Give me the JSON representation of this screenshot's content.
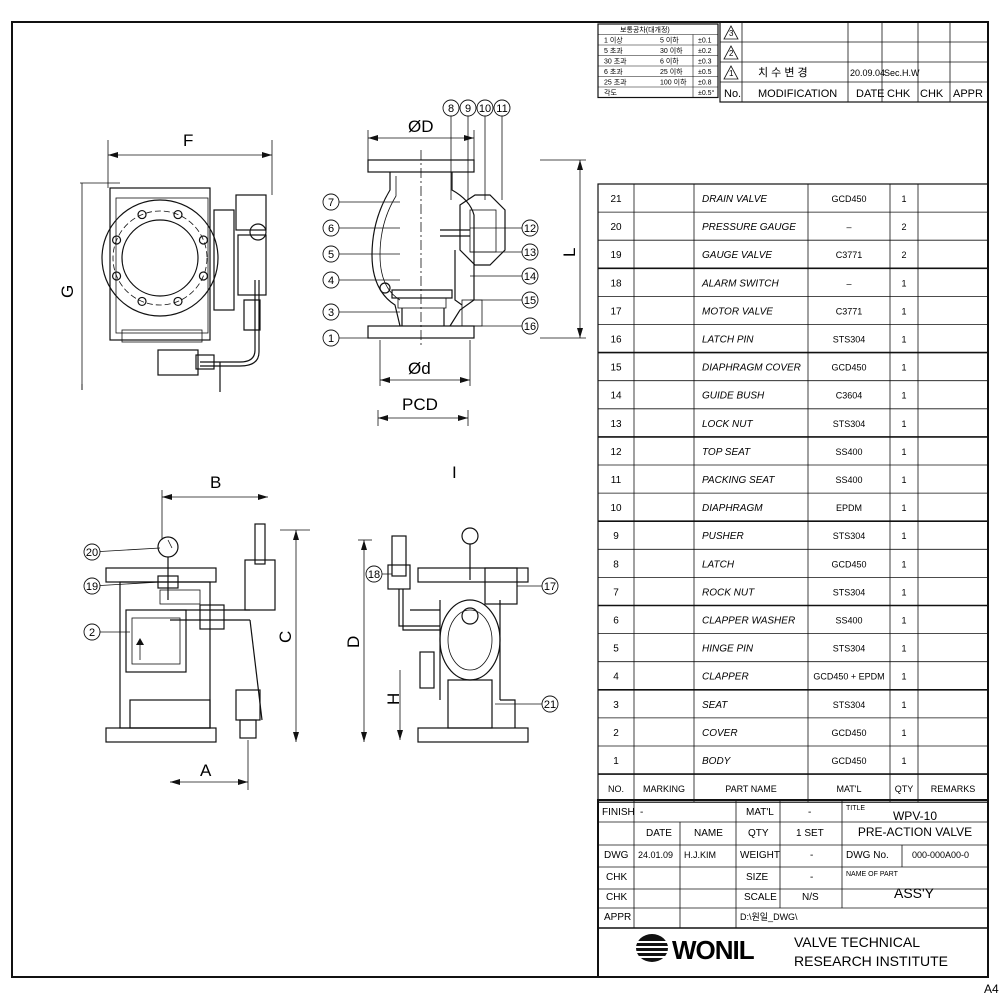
{
  "sheet": {
    "size_mark": "A4"
  },
  "dims": {
    "F": "F",
    "G": "G",
    "OD": "ØD",
    "Od": "Ød",
    "PCD": "PCD",
    "L": "L",
    "B": "B",
    "A": "A",
    "C": "C",
    "D": "D",
    "H": "H",
    "I": "I"
  },
  "tolerance": {
    "title": "보통공차(대개정)",
    "rows": [
      [
        "1 이상",
        "5 이하",
        "±0.1"
      ],
      [
        "5 초과",
        "30 이하",
        "±0.2"
      ],
      [
        "30 초과",
        "6 이하",
        "±0.3"
      ],
      [
        "6 초과",
        "25 이하",
        "±0.5"
      ],
      [
        "25 초과",
        "100 이하",
        "±0.8"
      ],
      [
        "각도",
        "",
        "±0.5°"
      ]
    ]
  },
  "revisions": {
    "rows": [
      {
        "no": "3",
        "modification": "",
        "date": "",
        "chk1": "",
        "chk2": "",
        "appr": ""
      },
      {
        "no": "2",
        "modification": "",
        "date": "",
        "chk1": "",
        "chk2": "",
        "appr": ""
      },
      {
        "no": "1",
        "modification": "치 수 변 경",
        "date": "20.09.04",
        "chk1": "Sec.H.W",
        "chk2": "",
        "appr": ""
      }
    ],
    "headers": [
      "No.",
      "MODIFICATION",
      "DATE",
      "CHK",
      "CHK",
      "APPR"
    ]
  },
  "balloons": {
    "top_left_side": [
      "7",
      "6",
      "5",
      "4",
      "3",
      "1"
    ],
    "top_right_side": [
      "12",
      "13",
      "14",
      "15",
      "16"
    ],
    "top_row": [
      "8",
      "9",
      "10",
      "11"
    ],
    "bottom_left": [
      "20",
      "19",
      "2"
    ],
    "bottom_right_left": [
      "18"
    ],
    "bottom_right_right": [
      "17",
      "21"
    ]
  },
  "parts": {
    "headers": [
      "NO.",
      "MARKING",
      "PART NAME",
      "MAT'L",
      "QTY",
      "REMARKS"
    ],
    "rows": [
      {
        "no": "21",
        "marking": "",
        "name": "DRAIN VALVE",
        "matl": "GCD450",
        "qty": "1"
      },
      {
        "no": "20",
        "marking": "",
        "name": "PRESSURE GAUGE",
        "matl": "–",
        "qty": "2"
      },
      {
        "no": "19",
        "marking": "",
        "name": "GAUGE VALVE",
        "matl": "C3771",
        "qty": "2"
      },
      {
        "no": "18",
        "marking": "",
        "name": "ALARM SWITCH",
        "matl": "–",
        "qty": "1"
      },
      {
        "no": "17",
        "marking": "",
        "name": "MOTOR VALVE",
        "matl": "C3771",
        "qty": "1"
      },
      {
        "no": "16",
        "marking": "",
        "name": "LATCH PIN",
        "matl": "STS304",
        "qty": "1"
      },
      {
        "no": "15",
        "marking": "",
        "name": "DIAPHRAGM COVER",
        "matl": "GCD450",
        "qty": "1"
      },
      {
        "no": "14",
        "marking": "",
        "name": "GUIDE BUSH",
        "matl": "C3604",
        "qty": "1"
      },
      {
        "no": "13",
        "marking": "",
        "name": "LOCK NUT",
        "matl": "STS304",
        "qty": "1"
      },
      {
        "no": "12",
        "marking": "",
        "name": "TOP SEAT",
        "matl": "SS400",
        "qty": "1"
      },
      {
        "no": "11",
        "marking": "",
        "name": "PACKING SEAT",
        "matl": "SS400",
        "qty": "1"
      },
      {
        "no": "10",
        "marking": "",
        "name": "DIAPHRAGM",
        "matl": "EPDM",
        "qty": "1"
      },
      {
        "no": "9",
        "marking": "",
        "name": "PUSHER",
        "matl": "STS304",
        "qty": "1"
      },
      {
        "no": "8",
        "marking": "",
        "name": "LATCH",
        "matl": "GCD450",
        "qty": "1"
      },
      {
        "no": "7",
        "marking": "",
        "name": "ROCK NUT",
        "matl": "STS304",
        "qty": "1"
      },
      {
        "no": "6",
        "marking": "",
        "name": "CLAPPER WASHER",
        "matl": "SS400",
        "qty": "1"
      },
      {
        "no": "5",
        "marking": "",
        "name": "HINGE PIN",
        "matl": "STS304",
        "qty": "1"
      },
      {
        "no": "4",
        "marking": "",
        "name": "CLAPPER",
        "matl": "GCD450 + EPDM",
        "qty": "1"
      },
      {
        "no": "3",
        "marking": "",
        "name": "SEAT",
        "matl": "STS304",
        "qty": "1"
      },
      {
        "no": "2",
        "marking": "",
        "name": "COVER",
        "matl": "GCD450",
        "qty": "1"
      },
      {
        "no": "1",
        "marking": "",
        "name": "BODY",
        "matl": "GCD450",
        "qty": "1"
      }
    ]
  },
  "title_block": {
    "finish_label": "FINISH",
    "finish_value": "-",
    "matl_label": "MAT'L",
    "matl_value": "-",
    "title_label": "TITLE",
    "title_line1": "WPV-10",
    "title_line2": "PRE-ACTION VALVE",
    "date_label": "DATE",
    "name_label": "NAME",
    "qty_label": "QTY",
    "qty_value": "1 SET",
    "dwg_label": "DWG",
    "dwg_date": "24.01.09",
    "dwg_name": "H.J.KIM",
    "weight_label": "WEIGHT",
    "weight_value": "-",
    "dwgno_label": "DWG No.",
    "dwgno_value": "000-000A00-0",
    "chk1_label": "CHK",
    "chk2_label": "CHK",
    "appr_label": "APPR",
    "size_label": "SIZE",
    "size_value": "-",
    "scale_label": "SCALE",
    "scale_value": "N/S",
    "nameofpart_label": "NAME OF PART",
    "nameofpart_value": "ASS'Y",
    "file_path": "D:\\원일_DWG\\",
    "company_logo": "WONIL",
    "company_line1": "VALVE TECHNICAL",
    "company_line2": "RESEARCH INSTITUTE"
  }
}
